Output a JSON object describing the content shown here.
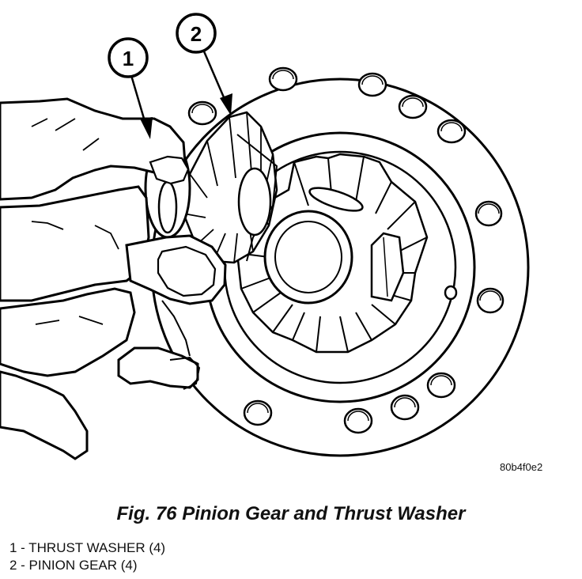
{
  "figure": {
    "callouts": [
      {
        "number": "1"
      },
      {
        "number": "2"
      }
    ],
    "image_code": "80b4f0e2",
    "caption": "Fig. 76 Pinion Gear and Thrust Washer",
    "legend": [
      {
        "text": "1 - THRUST WASHER (4)"
      },
      {
        "text": "2 - PINION GEAR (4)"
      }
    ]
  }
}
